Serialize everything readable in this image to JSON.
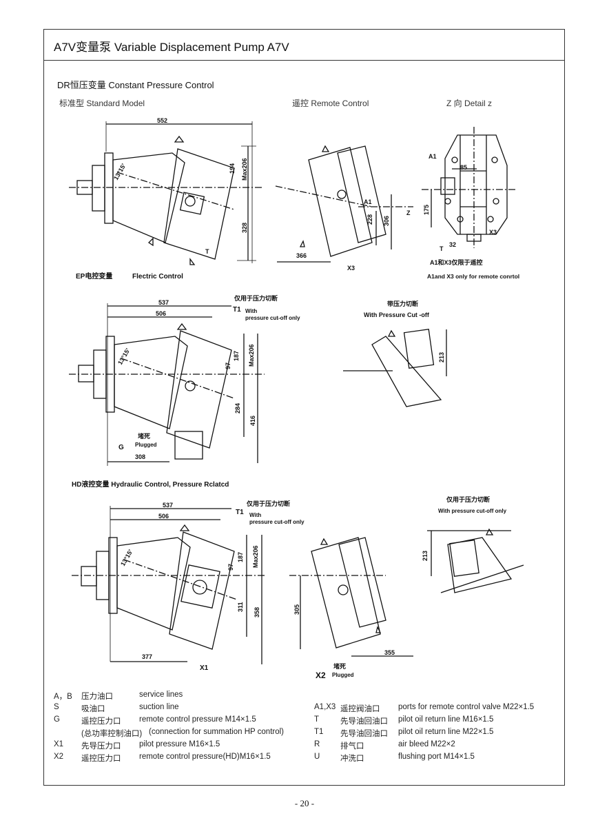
{
  "page_title": "A7V变量泵 Variable Displacement Pump A7V",
  "dr": {
    "heading": "DR恒压变量  Constant Pressure Control",
    "standard": "标准型 Standard Model",
    "remote": "遥控 Remote Control",
    "detail": "Z 向 Detail z",
    "dims": [
      "552",
      "194",
      "Max206",
      "328",
      "13°15'",
      "T",
      "228",
      "306",
      "366",
      "A1",
      "X3",
      "Z",
      "A1",
      "85",
      "175",
      "32",
      "T",
      "X3"
    ],
    "note_cn": "A1和X3仅限于遥控",
    "note_en": "A1and X3 only for remote conrtol"
  },
  "ep": {
    "heading_cn": "EP电控变量",
    "heading_en": "Flectric  Control",
    "dims": [
      "537",
      "506",
      "187",
      "97",
      "Max206",
      "284",
      "416",
      "308",
      "13°15'",
      "G",
      "213"
    ],
    "t1_label": "T1",
    "cut_cn": "仅用于压力切断",
    "cut_en1": "With",
    "cut_en2": "pressure cut-off only",
    "plugged_cn": "堵死",
    "plugged_en": "Plugged",
    "right_cn": "带压力切断",
    "right_en": "With Pressure Cut -off"
  },
  "hd": {
    "heading": "HD液控变量  Hydraulic Control, Pressure Rclatcd",
    "dims": [
      "537",
      "506",
      "187",
      "97",
      "Max206",
      "311",
      "358",
      "377",
      "X1",
      "13°15'",
      "305",
      "355",
      "213"
    ],
    "t1_label": "T1",
    "cut_cn": "仅用于压力切断",
    "cut_en1": "With",
    "cut_en2": "pressure cut-off only",
    "plugged_cn": "堵死",
    "x2_label": "X2",
    "plugged_en": "Plugged",
    "right_cn": "仅用于压力切断",
    "right_en": "With pressure cut-off only"
  },
  "legend_left": [
    {
      "code": "A，B",
      "cn": "压力油口",
      "en": "service lines"
    },
    {
      "code": "S",
      "cn": "吸油口",
      "en": "suction line"
    },
    {
      "code": "G",
      "cn": "遥控压力口",
      "en": "remote control pressure M14×1.5"
    },
    {
      "code": "",
      "cn": "(总功率控制油口)",
      "en": "(connection for summation HP control)"
    },
    {
      "code": "X1",
      "cn": "先导压力口",
      "en": "pilot pressure M16×1.5"
    },
    {
      "code": "X2",
      "cn": "遥控压力口",
      "en": "remote control pressure(HD)M16×1.5"
    }
  ],
  "legend_right": [
    {
      "code": "A1,X3",
      "cn": "遥控阀油口",
      "en": "ports for remote control valve M22×1.5"
    },
    {
      "code": "T",
      "cn": "先导油回油口",
      "en": "pilot oil return line M16×1.5"
    },
    {
      "code": "T1",
      "cn": "先导油回油口",
      "en": "pilot oil return line M22×1.5"
    },
    {
      "code": "R",
      "cn": "排气口",
      "en": "air bleed M22×2"
    },
    {
      "code": "U",
      "cn": "冲洗口",
      "en": "flushing port M14×1.5"
    }
  ],
  "page_number": "- 20 -"
}
